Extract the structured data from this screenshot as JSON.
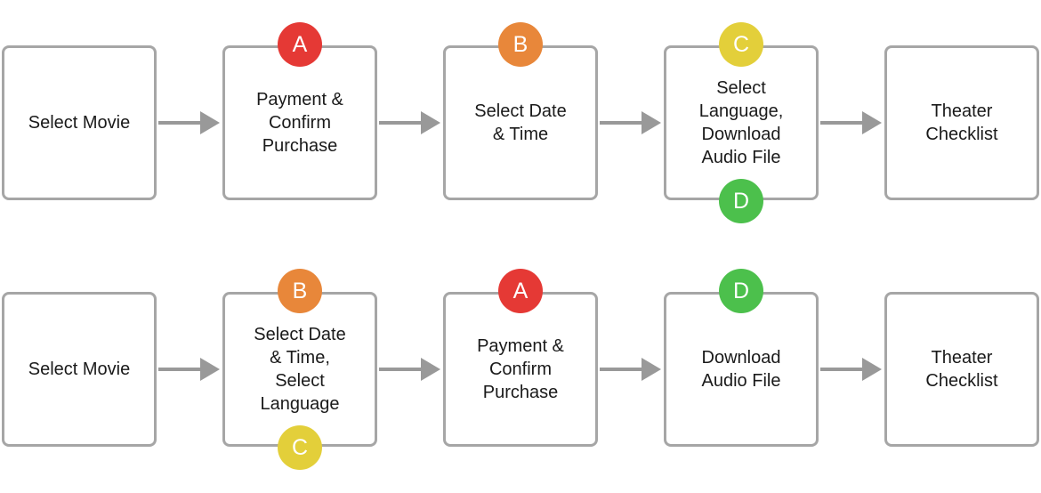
{
  "colors": {
    "A": "#e53935",
    "B": "#e8873a",
    "C": "#e3cf3a",
    "D": "#4cc04c"
  },
  "row1": {
    "steps": [
      "Select Movie",
      "Payment &\nConfirm\nPurchase",
      "Select Date\n& Time",
      "Select\nLanguage,\nDownload\nAudio File",
      "Theater\nChecklist"
    ],
    "badges": [
      {
        "label": "A",
        "color_key": "A",
        "step": 1,
        "pos": "top"
      },
      {
        "label": "B",
        "color_key": "B",
        "step": 2,
        "pos": "top"
      },
      {
        "label": "C",
        "color_key": "C",
        "step": 3,
        "pos": "top"
      },
      {
        "label": "D",
        "color_key": "D",
        "step": 3,
        "pos": "bottom"
      }
    ]
  },
  "row2": {
    "steps": [
      "Select Movie",
      "Select Date\n& Time,\nSelect\nLanguage",
      "Payment &\nConfirm\nPurchase",
      "Download\nAudio File",
      "Theater\nChecklist"
    ],
    "badges": [
      {
        "label": "B",
        "color_key": "B",
        "step": 1,
        "pos": "top"
      },
      {
        "label": "C",
        "color_key": "C",
        "step": 1,
        "pos": "bottom"
      },
      {
        "label": "A",
        "color_key": "A",
        "step": 2,
        "pos": "top"
      },
      {
        "label": "D",
        "color_key": "D",
        "step": 3,
        "pos": "top"
      }
    ]
  }
}
